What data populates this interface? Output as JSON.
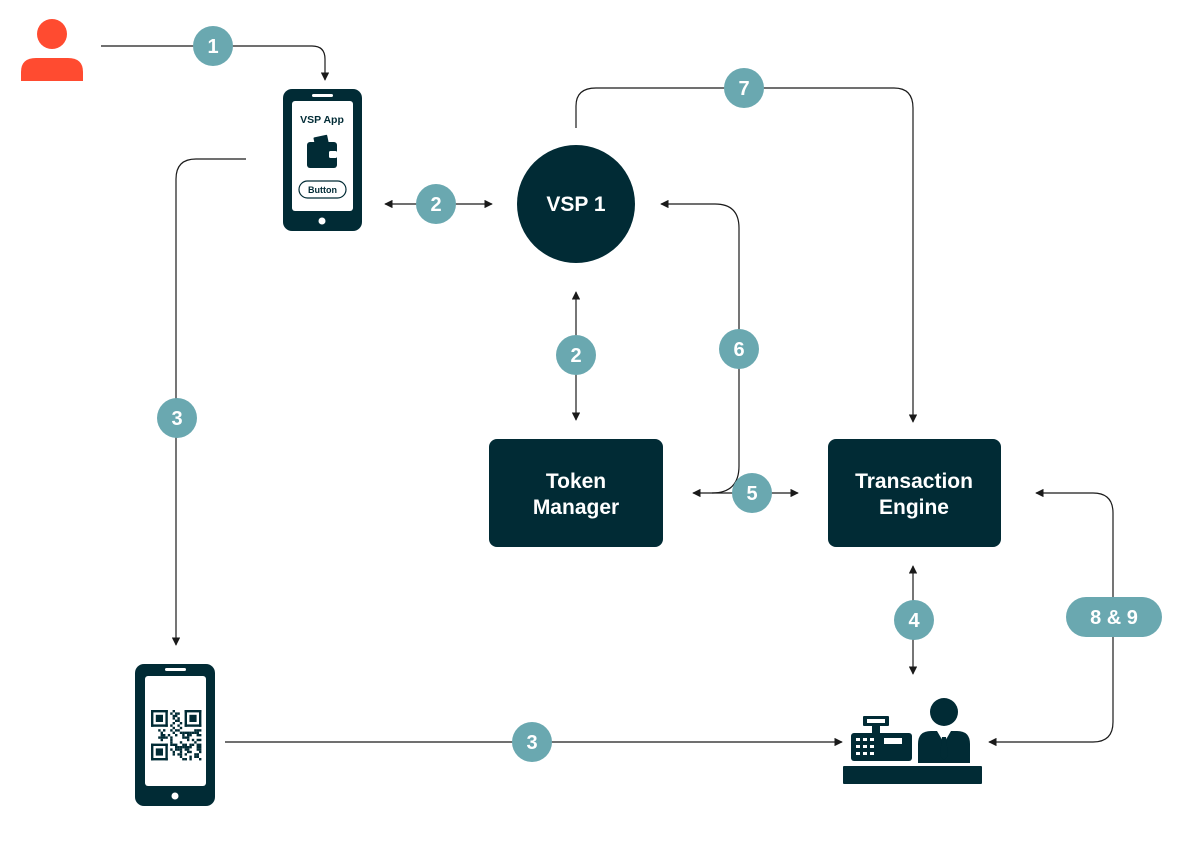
{
  "colors": {
    "node": "#012b35",
    "badge": "#6aa8b0",
    "user": "#ff4b30",
    "line": "#1a1a1a",
    "screen": "#ffffff"
  },
  "icons": {
    "user": "user-icon",
    "wallet": "wallet-icon",
    "qr": "qr-code-icon",
    "register": "cash-register-icon",
    "cashier": "cashier-person-icon"
  },
  "phone_app": {
    "title": "VSP App",
    "button_label": "Button"
  },
  "nodes": {
    "vsp": "VSP 1",
    "token_manager": [
      "Token",
      "Manager"
    ],
    "transaction_engine": [
      "Transaction",
      "Engine"
    ]
  },
  "steps": {
    "user_to_app": "1",
    "app_to_vsp": "2",
    "vsp_to_token": "2",
    "app_to_qr": "3",
    "qr_to_merchant": "3",
    "engine_to_merchant": "4",
    "token_to_engine": "5",
    "token_to_vsp": "6",
    "vsp_to_engine": "7",
    "merchant_to_engine": "8 & 9"
  }
}
